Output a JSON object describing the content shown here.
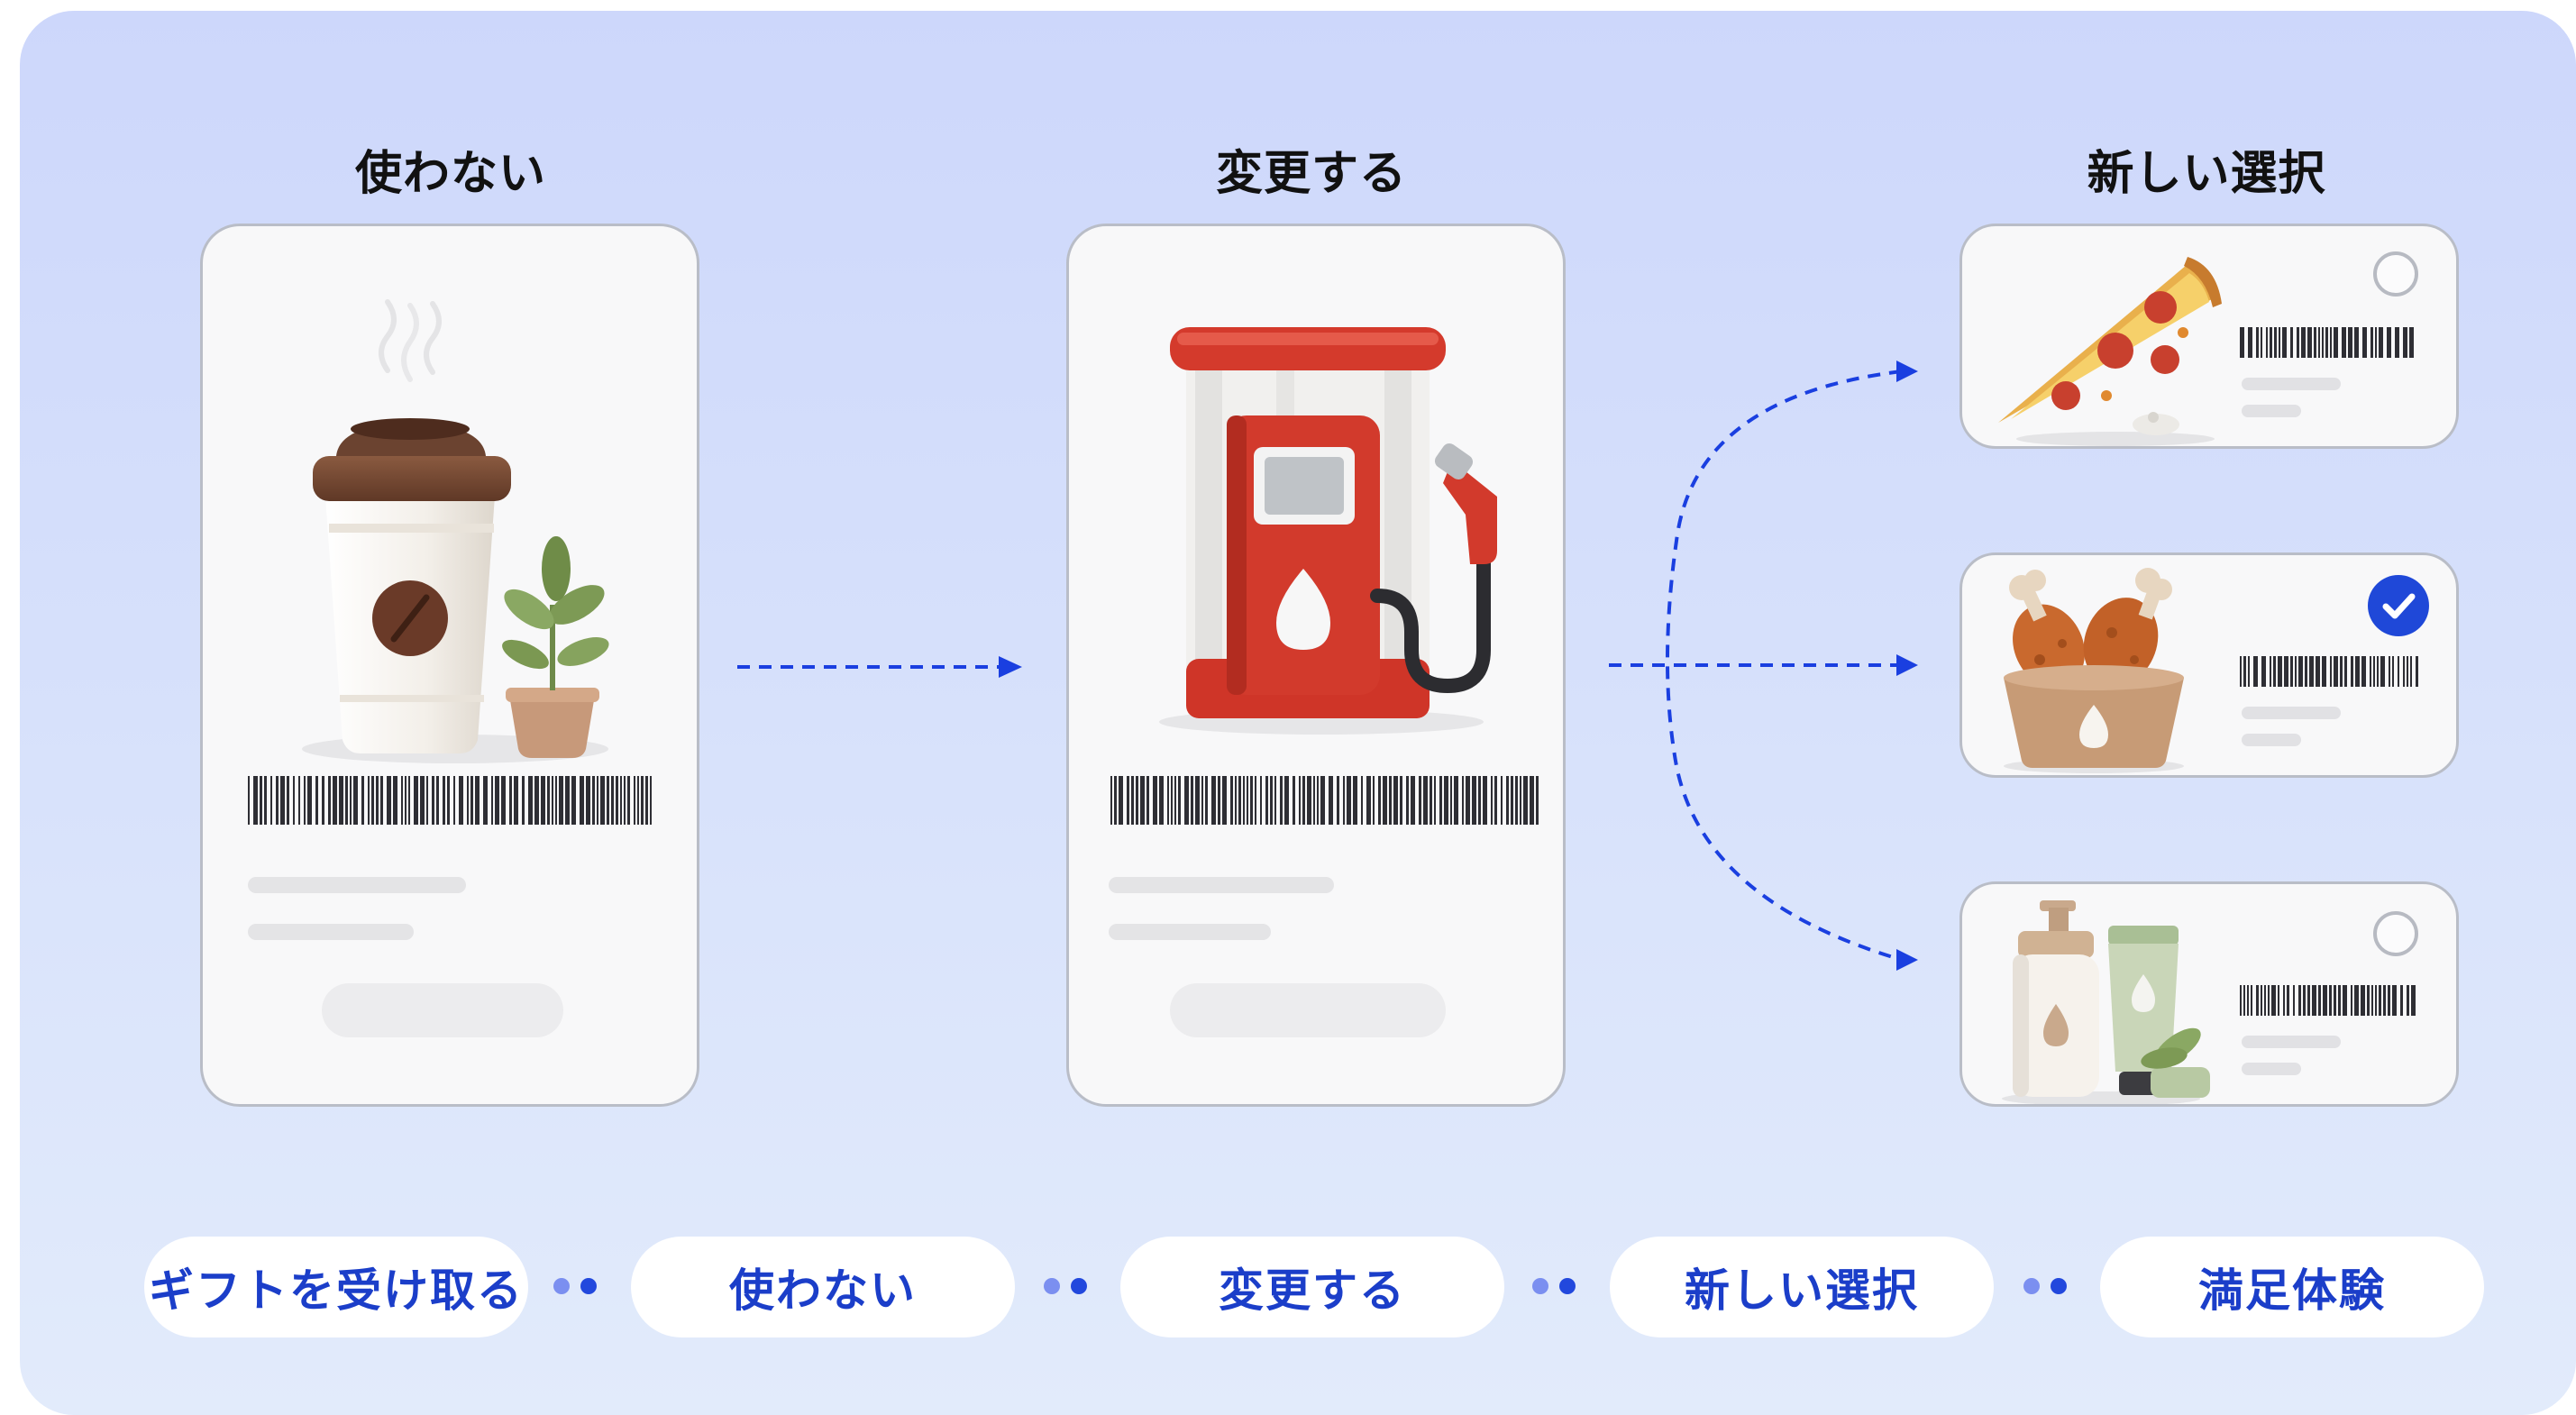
{
  "columns": {
    "unused": {
      "title": "使わない"
    },
    "change": {
      "title": "変更する"
    },
    "new_choice": {
      "title": "新しい選択"
    }
  },
  "cards": {
    "coffee_card": {
      "icon": "coffee-cup-icon"
    },
    "fuel_card": {
      "icon": "fuel-pump-icon"
    }
  },
  "options": [
    {
      "icon": "pizza-icon",
      "selected": false
    },
    {
      "icon": "fried-chicken-icon",
      "selected": true
    },
    {
      "icon": "cosmetics-icon",
      "selected": false
    }
  ],
  "flow_steps": [
    "ギフトを受け取る",
    "使わない",
    "変更する",
    "新しい選択",
    "満足体験"
  ],
  "colors": {
    "accent": "#1f48d8",
    "pill_text": "#1b3ec9",
    "arrow": "#1a3fe0",
    "background_top": "#cdd7fb",
    "background_bottom": "#e2ebfb"
  }
}
